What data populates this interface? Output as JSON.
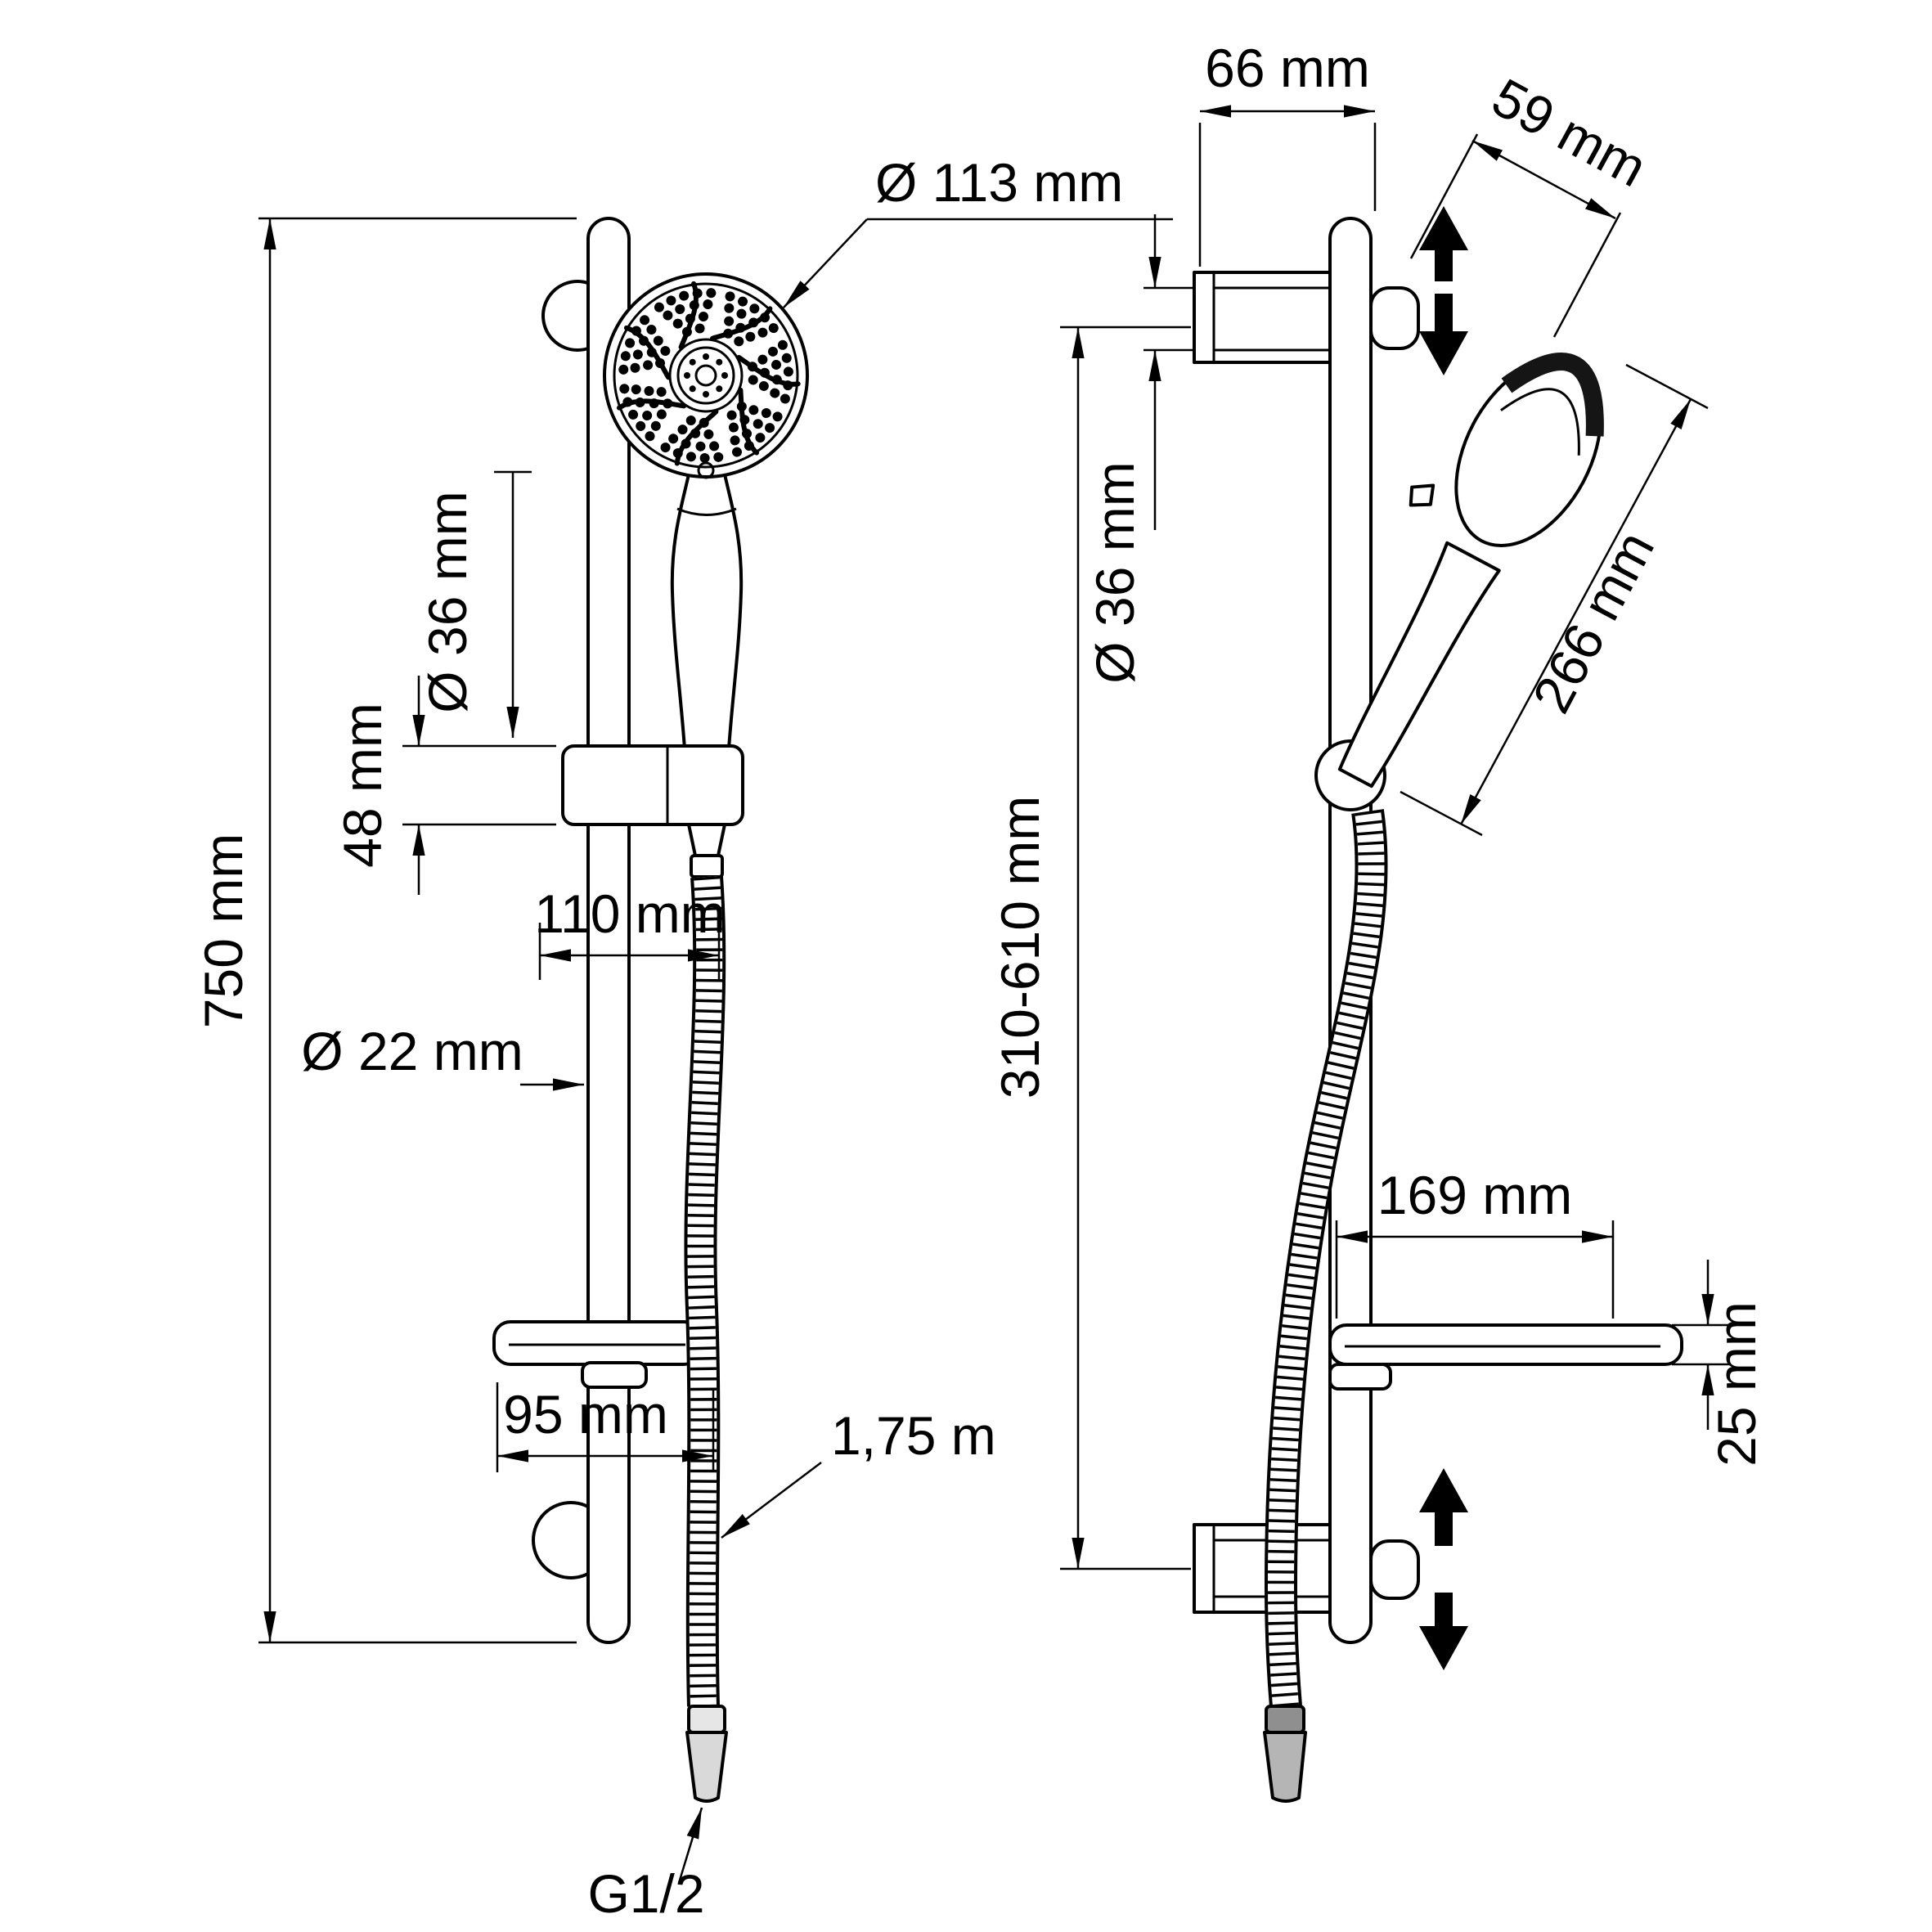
{
  "drawing": {
    "front_view": {
      "head_diameter": "Ø 113 mm",
      "grip_diameter": "Ø 36 mm",
      "holder_height": "48 mm",
      "head_offset": "110 mm",
      "bar_diameter": "Ø 22 mm",
      "bar_length": "750 mm",
      "dish_width": "95 mm",
      "hose_length": "1,75 m",
      "thread": "G1/2"
    },
    "side_view": {
      "bracket_depth": "66 mm",
      "head_width": "59 mm",
      "bracket_diameter": "Ø 36 mm",
      "head_length": "266 mm",
      "adjust_range": "310-610 mm",
      "dish_depth": "169 mm",
      "dish_thickness": "25 mm"
    }
  }
}
